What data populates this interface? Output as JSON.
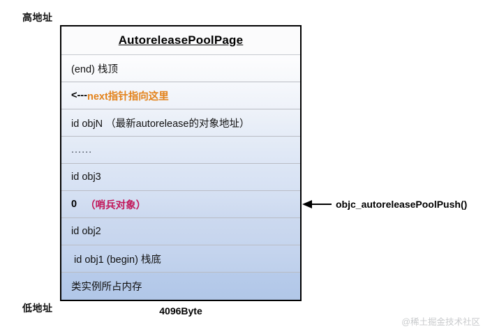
{
  "labels": {
    "high_address": "高地址",
    "low_address": "低地址",
    "size_caption": "4096Byte",
    "watermark": "@稀土掘金技术社区"
  },
  "table": {
    "header": "AutoreleasePoolPage",
    "rows": [
      {
        "text": "(end) 栈顶",
        "style": "plain"
      },
      {
        "prefix": "<---",
        "text": "next指针指向这里",
        "style": "orange"
      },
      {
        "text": "id objN （最新autorelease的对象地址）",
        "style": "plain"
      },
      {
        "text": "......",
        "style": "dots"
      },
      {
        "text": "id obj3",
        "style": "plain"
      },
      {
        "prefix": "0",
        "text": "（哨兵对象）",
        "style": "crimson"
      },
      {
        "text": "id obj2",
        "style": "plain"
      },
      {
        "text": "id obj1 (begin) 栈底",
        "style": "plain"
      },
      {
        "text": "类实例所占内存",
        "style": "plain"
      }
    ]
  },
  "annotation": {
    "push_label": "objc_autoreleasePoolPush()"
  },
  "colors": {
    "orange": "#e3821a",
    "crimson": "#c2185b",
    "border": "#000000",
    "row_top": "#fdfdfe",
    "row_bottom": "#b1c7e8"
  }
}
